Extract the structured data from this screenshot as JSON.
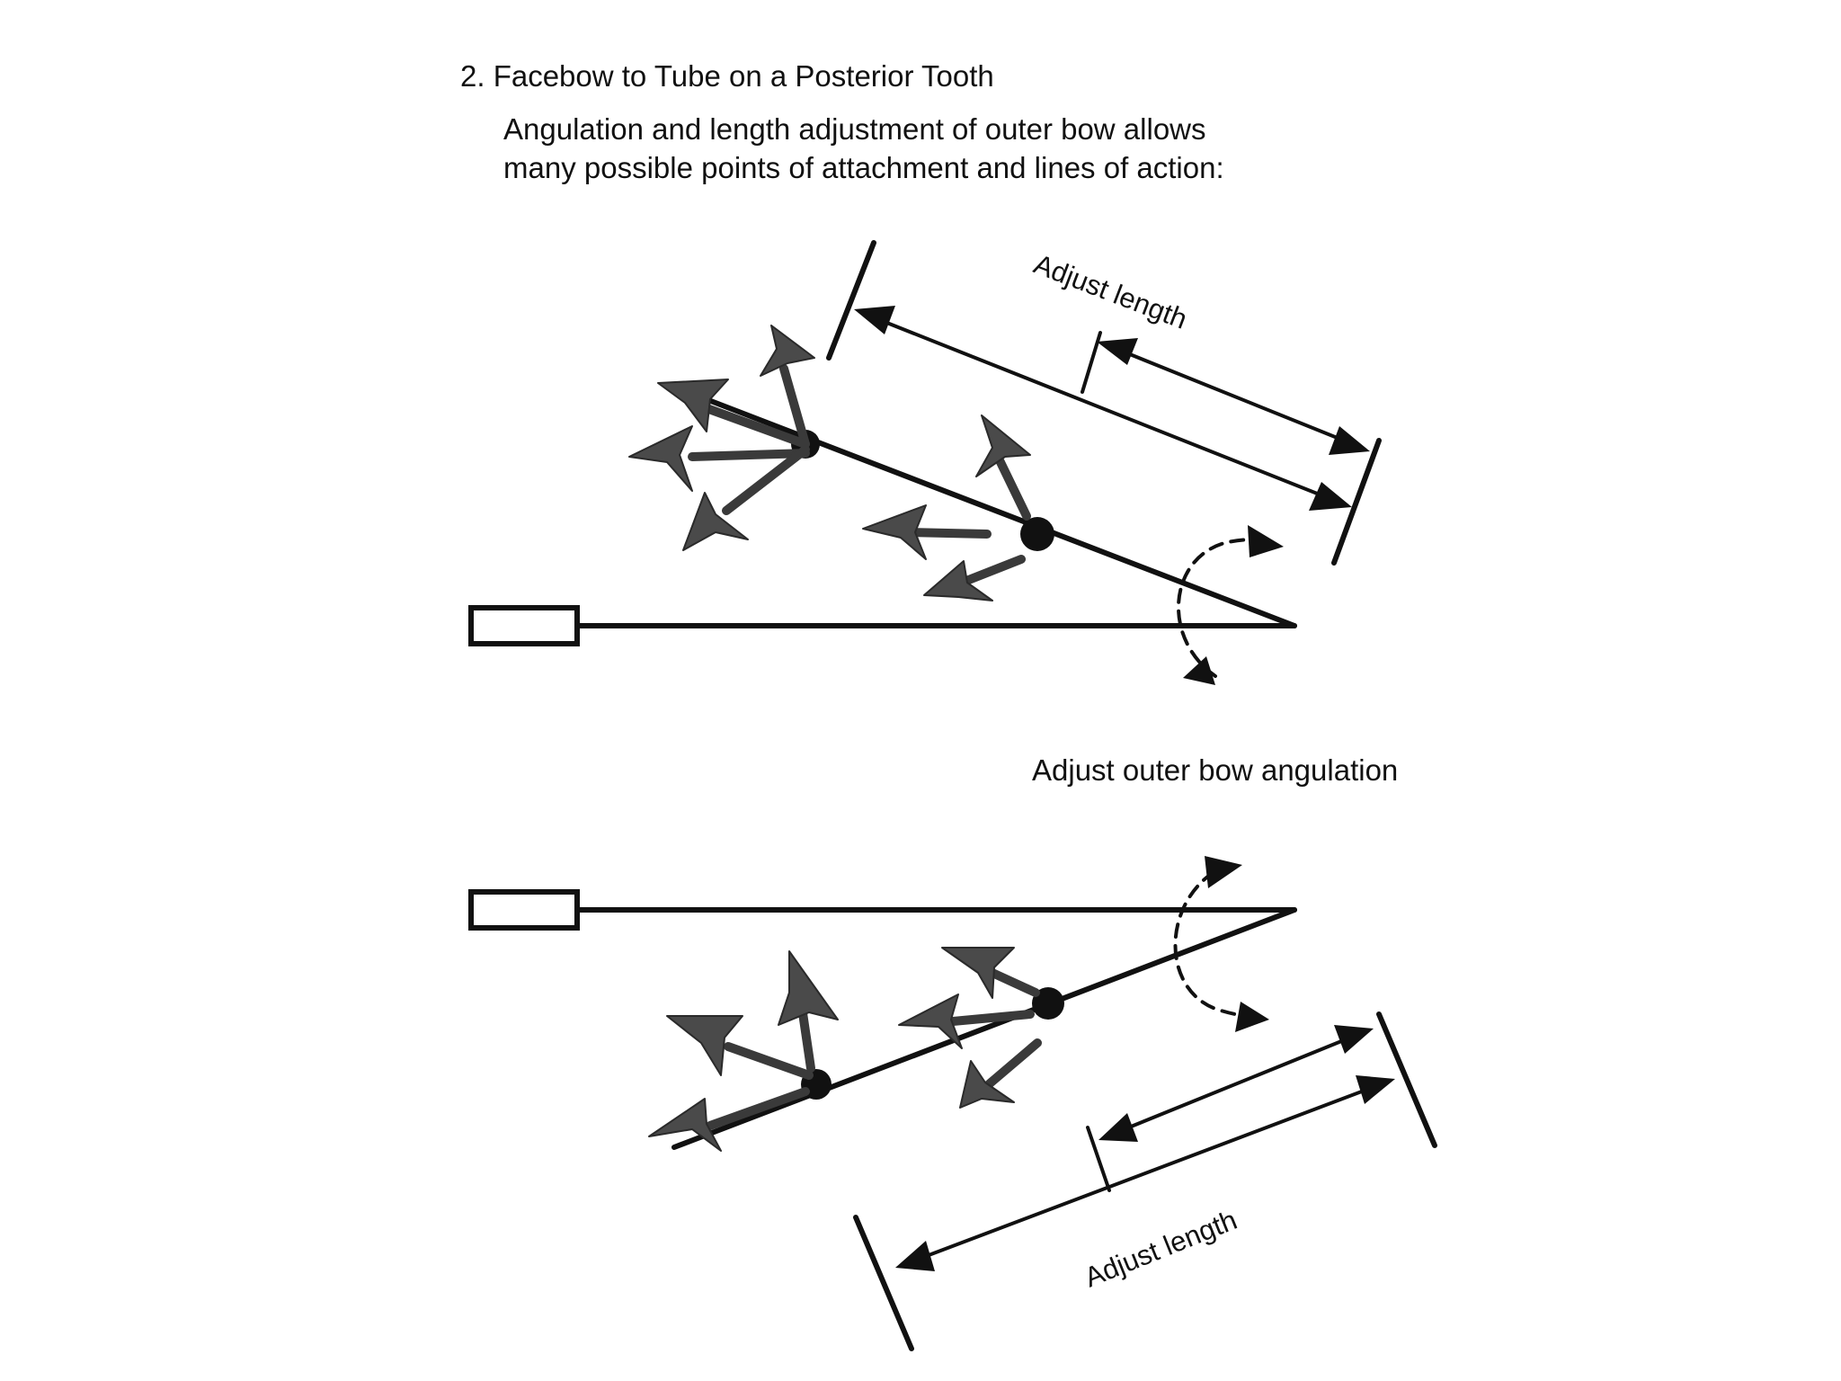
{
  "title": "2. Facebow to Tube on a Posterior Tooth",
  "description_lines": [
    "Angulation and length adjustment of outer bow allows",
    "many possible points of attachment and lines of action:"
  ],
  "labels": {
    "adjust_length_top": "Adjust length",
    "adjust_outer_bow_angulation": "Adjust outer bow angulation",
    "adjust_length_bottom": "Adjust length"
  }
}
